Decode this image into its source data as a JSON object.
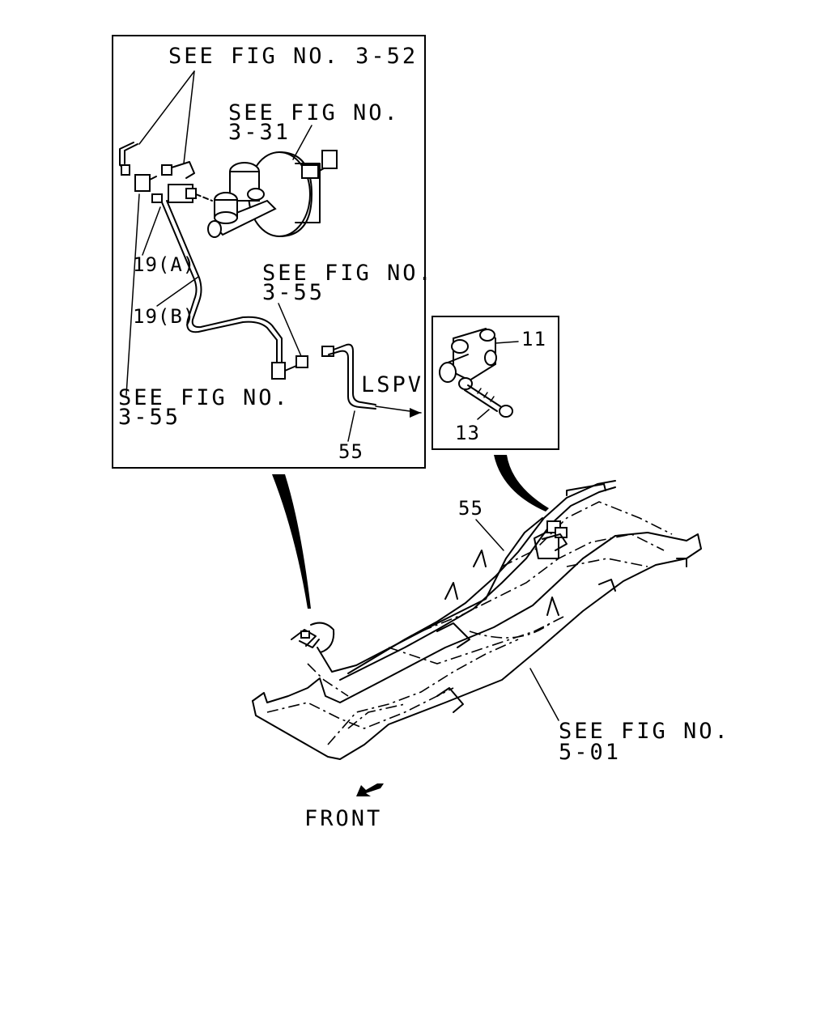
{
  "labels": {
    "see_fig_3_52": "SEE FIG NO. 3-52",
    "see_fig_3_31_line1": "SEE FIG NO.",
    "see_fig_3_31_line2": "3-31",
    "see_fig_3_55_mid_line1": "SEE FIG NO.",
    "see_fig_3_55_mid_line2": "3-55",
    "see_fig_3_55_left_line1": "SEE FIG NO.",
    "see_fig_3_55_left_line2": "3-55",
    "part_19a": "19(A)",
    "part_19b": "19(B)",
    "lspv": "LSPV",
    "part_55_inset": "55",
    "part_11": "11",
    "part_13": "13",
    "part_55_frame": "55",
    "see_fig_5_01_line1": "SEE FIG NO.",
    "see_fig_5_01_line2": "5-01",
    "front": "FRONT"
  },
  "colors": {
    "line": "#000000",
    "background": "#ffffff"
  }
}
